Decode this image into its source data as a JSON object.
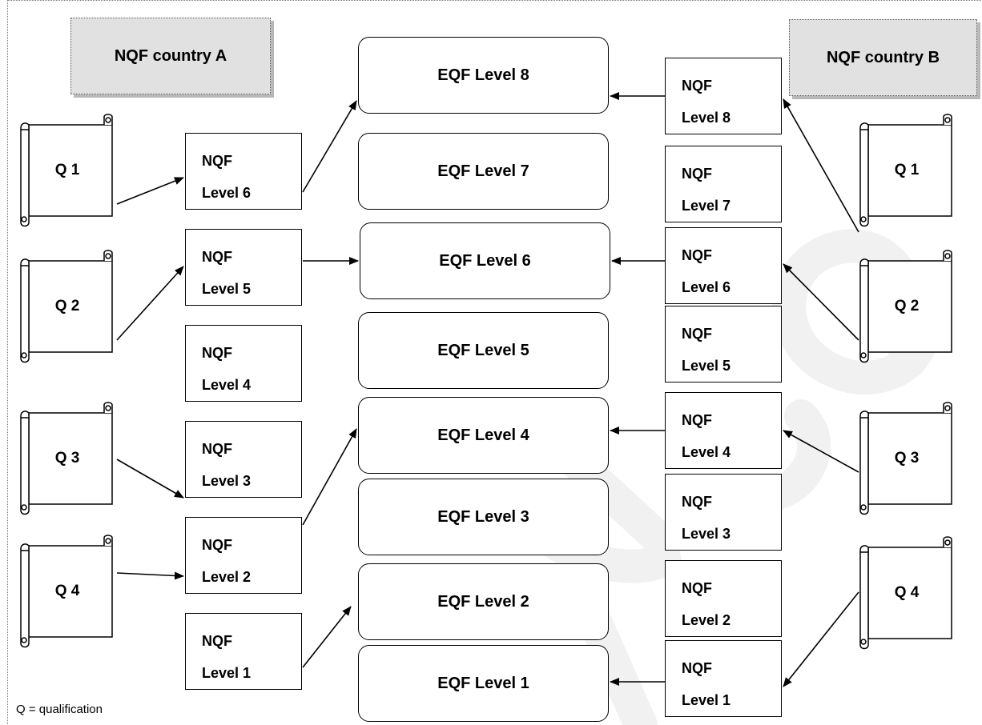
{
  "header_a": "NQF country A",
  "header_b": "NQF country B",
  "eqf_levels": [
    "EQF Level 8",
    "EQF Level 7",
    "EQF Level 6",
    "EQF Level 5",
    "EQF Level 4",
    "EQF Level 3",
    "EQF Level 2",
    "EQF Level 1"
  ],
  "country_a": {
    "nqf": [
      {
        "top": "NQF",
        "bottom": "Level 6"
      },
      {
        "top": "NQF",
        "bottom": "Level 5"
      },
      {
        "top": "NQF",
        "bottom": "Level 4"
      },
      {
        "top": "NQF",
        "bottom": "Level 3"
      },
      {
        "top": "NQF",
        "bottom": "Level 2"
      },
      {
        "top": "NQF",
        "bottom": "Level 1"
      }
    ],
    "qualifications": [
      "Q 1",
      "Q 2",
      "Q 3",
      "Q 4"
    ]
  },
  "country_b": {
    "nqf": [
      {
        "top": "NQF",
        "bottom": "Level 8"
      },
      {
        "top": "NQF",
        "bottom": "Level 7"
      },
      {
        "top": "NQF",
        "bottom": "Level 6"
      },
      {
        "top": "NQF",
        "bottom": "Level 5"
      },
      {
        "top": "NQF",
        "bottom": "Level 4"
      },
      {
        "top": "NQF",
        "bottom": "Level 3"
      },
      {
        "top": "NQF",
        "bottom": "Level 2"
      },
      {
        "top": "NQF",
        "bottom": "Level 1"
      }
    ],
    "qualifications": [
      "Q 1",
      "Q 2",
      "Q 3",
      "Q 4"
    ]
  },
  "legend_note": "Q = qualification",
  "colors": {
    "header_fill": "#e1e1e1",
    "line": "#000000",
    "watermark": "#f2f2f2"
  }
}
